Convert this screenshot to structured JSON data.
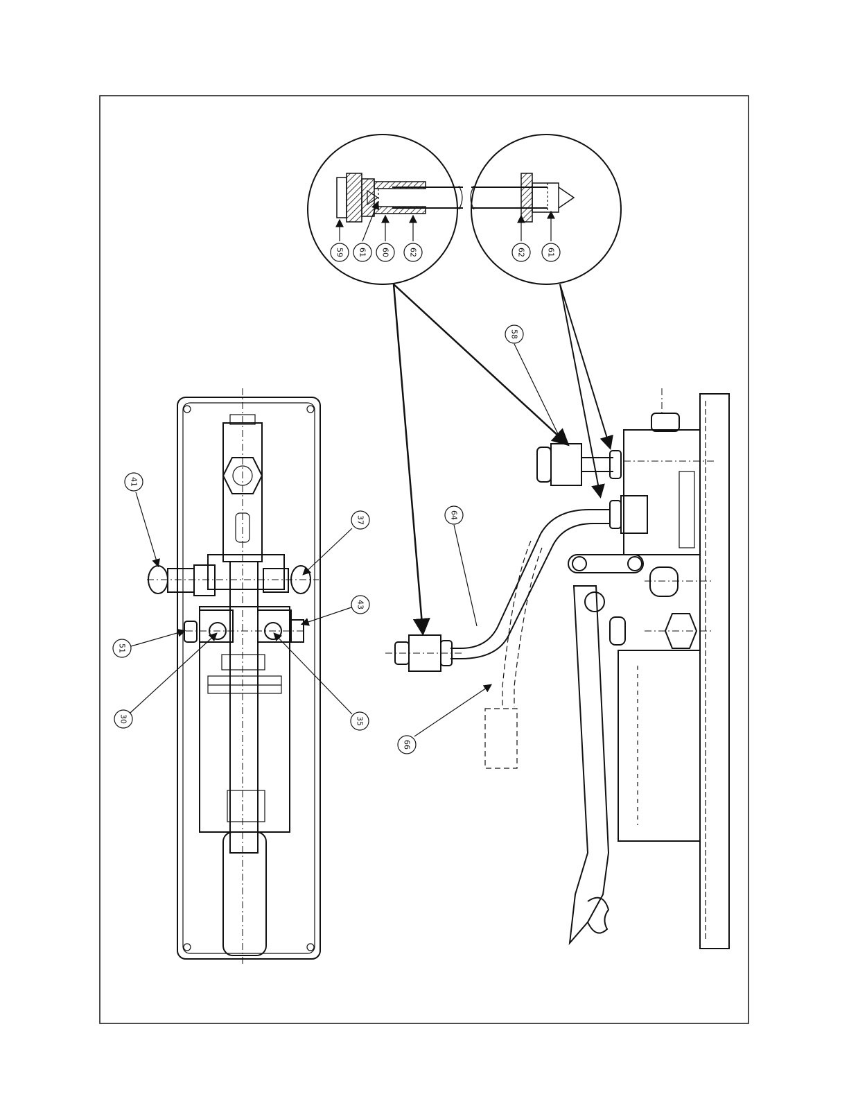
{
  "callouts": {
    "c30": "30",
    "c35": "35",
    "c37": "37",
    "c41": "41",
    "c43": "43",
    "c51": "51",
    "c58": "58",
    "c59": "59",
    "c60": "60",
    "c61a": "61",
    "c61b": "61",
    "c62a": "62",
    "c62b": "62",
    "c64": "64",
    "c66": "66"
  },
  "colors": {
    "ink": "#111111",
    "paper": "#ffffff"
  }
}
